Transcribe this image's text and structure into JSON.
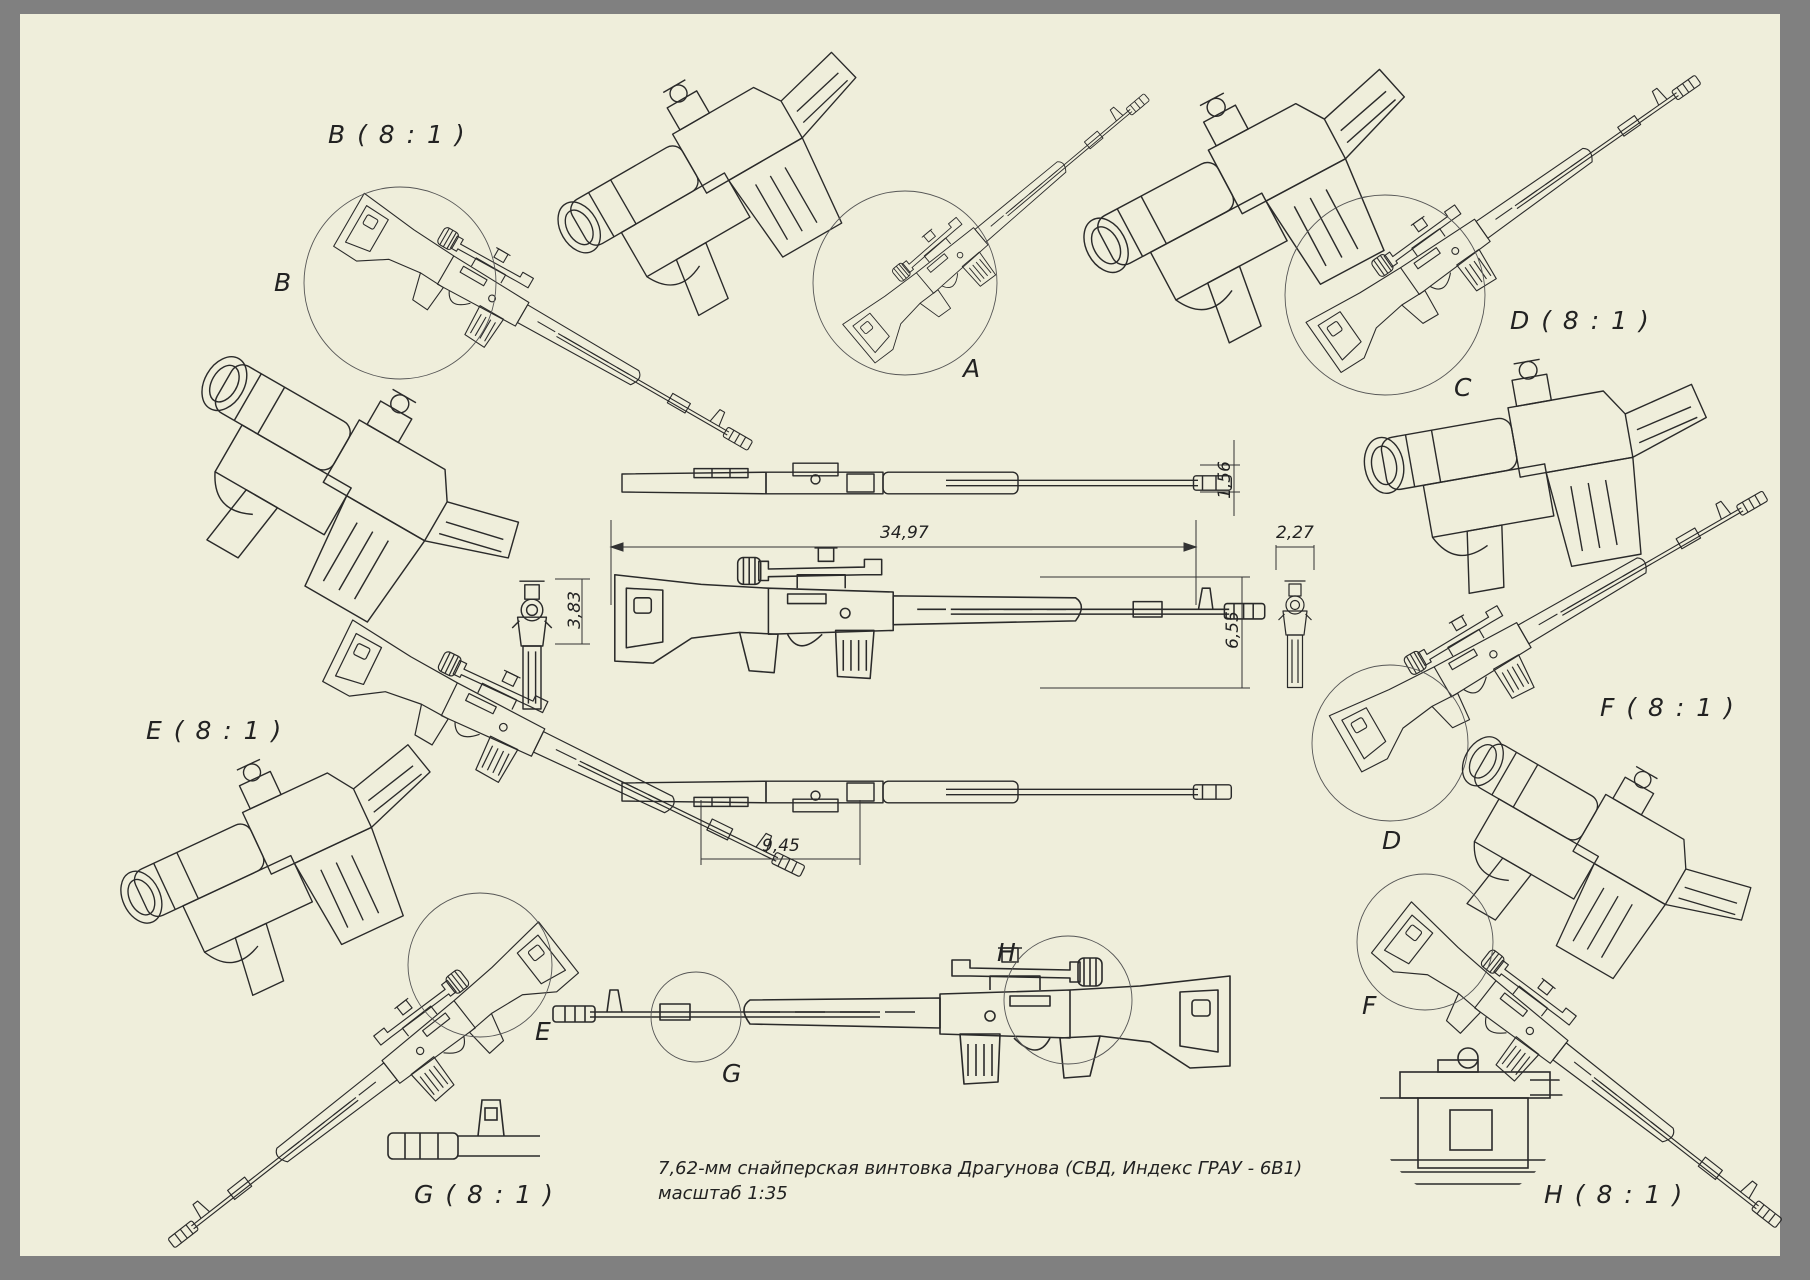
{
  "colors": {
    "frame": "#808080",
    "paper": "#efeedb",
    "ink": "#222222"
  },
  "view_labels": {
    "b_detail": "B ( 8 : 1 )",
    "b_marker": "B",
    "a_marker": "A",
    "d_detail": "D ( 8 : 1 )",
    "c_marker": "C",
    "e_detail": "E ( 8 : 1 )",
    "f_detail": "F ( 8 : 1 )",
    "d_marker": "D",
    "e_marker": "E",
    "h_marker": "H",
    "g_marker": "G",
    "f_marker": "F",
    "g_detail": "G ( 8 : 1 )",
    "h_detail": "H ( 8 : 1 )"
  },
  "dimensions": {
    "height_top": "1,56",
    "length": "34,97",
    "width_front": "2,27",
    "height_side": "3,83",
    "height_total": "6,55",
    "scope_length": "9,45"
  },
  "title_block": {
    "line1": "7,62-мм снайперская винтовка Драгунова (СВД, Индекс ГРАУ - 6В1)",
    "line2": "масштаб 1:35"
  }
}
